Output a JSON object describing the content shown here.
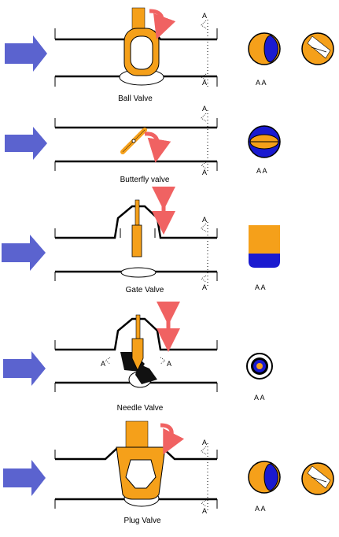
{
  "valves": [
    {
      "name": "Ball Valve",
      "section_labels": [
        "A",
        "A"
      ],
      "sectional_view": "A A"
    },
    {
      "name": "Butterfly valve",
      "section_labels": [
        "A",
        "A"
      ],
      "sectional_view": "A A"
    },
    {
      "name": "Gate Valve",
      "section_labels": [
        "A",
        "A"
      ],
      "sectional_view": "A A"
    },
    {
      "name": "Needle Valve",
      "section_labels": [
        "A",
        "A"
      ],
      "sectional_view": "A A"
    },
    {
      "name": "Plug Valve",
      "section_labels": [
        "A",
        "A"
      ],
      "sectional_view": "A A"
    }
  ],
  "colors": {
    "flow_arrow": "#5b63cf",
    "valve_body": "#f5a01a",
    "motion_arrow": "#f06262",
    "seal": "#1a1ad0",
    "needle_seat": "#111111"
  },
  "icons": [
    "flow-arrow-icon",
    "rotate-arrow-icon",
    "updown-arrow-icon"
  ]
}
